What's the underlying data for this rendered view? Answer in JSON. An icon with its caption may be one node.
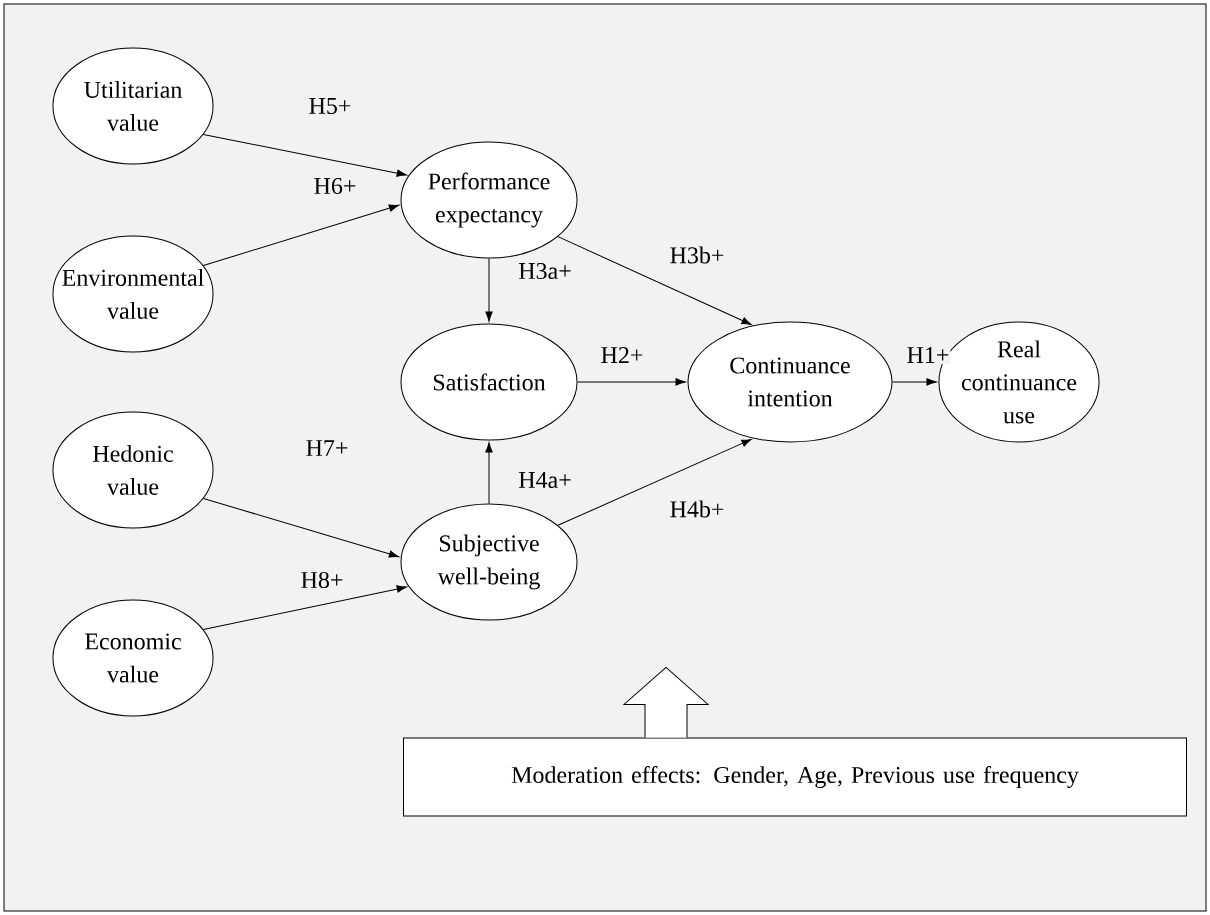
{
  "diagram": {
    "nodes": [
      {
        "text": [
          "Utilitarian value"
        ]
      },
      {
        "text": [
          "Environmental value"
        ]
      },
      {
        "text": [
          "Performance expectancy"
        ]
      },
      {
        "text": [
          "Satisfaction"
        ]
      },
      {
        "text": [
          "Subjective well-being"
        ]
      },
      {
        "text": [
          "Hedonic value"
        ]
      },
      {
        "text": [
          "Economic value"
        ]
      },
      {
        "text": [
          "Continuance intention"
        ]
      },
      {
        "text": [
          "Real continuance use"
        ]
      },
      {
        "text": [
          "Moderation effects: Gender, Age, Previous use frequency"
        ]
      }
    ],
    "edges": [
      {
        "from": 0,
        "to": 2,
        "arrow": "to",
        "label": "H5+"
      },
      {
        "from": 1,
        "to": 2,
        "arrow": "to",
        "label": "H6+"
      },
      {
        "from": 2,
        "to": 3,
        "arrow": "to",
        "label": "H3a+"
      },
      {
        "from": 2,
        "to": 7,
        "arrow": "to",
        "label": "H3b+"
      },
      {
        "from": 3,
        "to": 7,
        "arrow": "to",
        "label": "H2+"
      },
      {
        "from": 7,
        "to": 8,
        "arrow": "to",
        "label": "H1+"
      },
      {
        "from": 5,
        "to": 4,
        "arrow": "to",
        "label": "H7+"
      },
      {
        "from": 6,
        "to": 4,
        "arrow": "to",
        "label": "H8+"
      },
      {
        "from": 4,
        "to": 3,
        "arrow": "to",
        "label": "H4a+"
      },
      {
        "from": 4,
        "to": 7,
        "arrow": "to",
        "label": "H4b+"
      },
      {
        "from": 9,
        "to": null,
        "arrow": "to"
      }
    ]
  }
}
